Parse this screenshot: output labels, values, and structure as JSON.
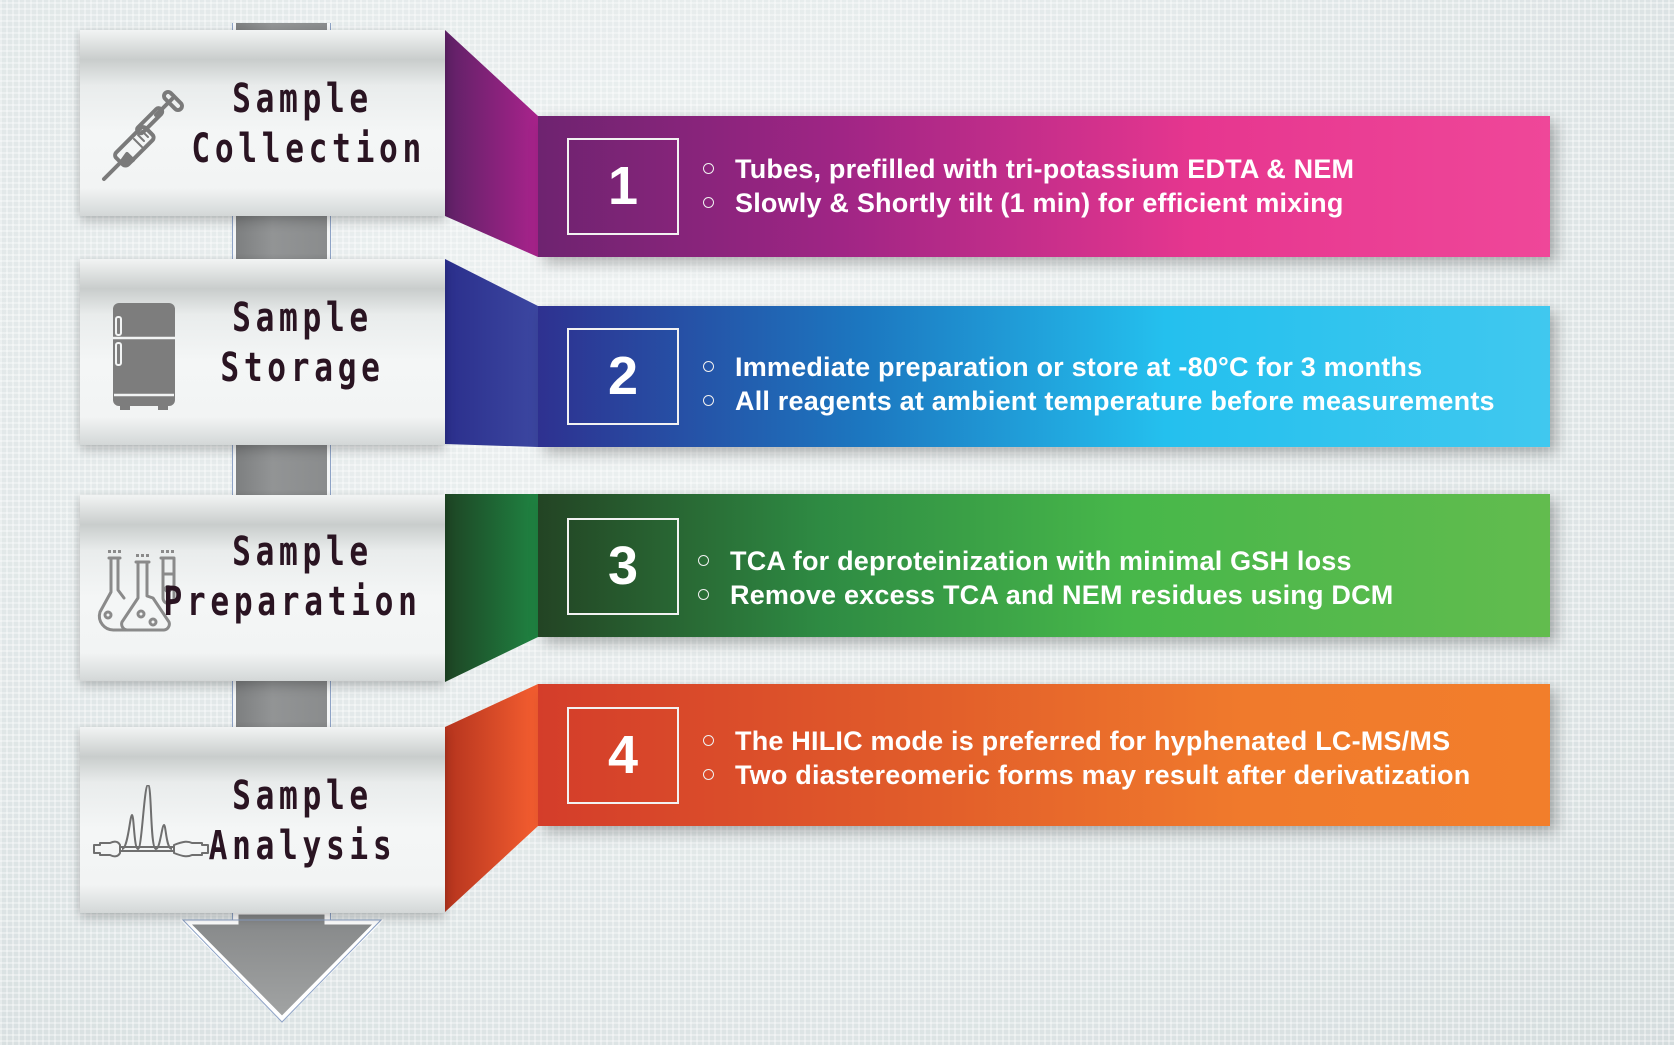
{
  "diagram": {
    "type": "process-flow",
    "arrow_color": "#8e9091",
    "steps": [
      {
        "number": "1",
        "title_line1": "Sample",
        "title_line2": "Collection",
        "icon": "syringe-icon",
        "gradient": [
          "#6e2370",
          "#a02585",
          "#e6368f",
          "#ef4799"
        ],
        "fold_gradient": [
          "#5e2166",
          "#a9238c"
        ],
        "bullets": [
          "Tubes, prefilled with tri-potassium EDTA & NEM",
          " Slowly & Shortly tilt (1 min) for efficient mixing"
        ]
      },
      {
        "number": "2",
        "title_line1": "Sample",
        "title_line2": "Storage",
        "icon": "refrigerator-icon",
        "gradient": [
          "#2e3190",
          "#1c77c0",
          "#24c0ee",
          "#40c8ef"
        ],
        "fold_gradient": [
          "#2b2f8c",
          "#3b46a0"
        ],
        "bullets": [
          "Immediate preparation or store at -80°C for 3 months",
          "All reagents at ambient temperature before measurements"
        ]
      },
      {
        "number": "3",
        "title_line1": "Sample",
        "title_line2": "Preparation",
        "icon": "lab-flasks-icon",
        "gradient": [
          "#234424",
          "#2e8b43",
          "#47b74a",
          "#62bc4e"
        ],
        "fold_gradient": [
          "#1f4a25",
          "#1f8040"
        ],
        "bullets": [
          "TCA for deproteinization with minimal GSH loss",
          "Remove excess TCA and NEM residues using DCM"
        ]
      },
      {
        "number": "4",
        "title_line1": "Sample",
        "title_line2": "Analysis",
        "icon": "chromatogram-icon",
        "gradient": [
          "#d43d2a",
          "#e05a2a",
          "#f07a2c",
          "#f27e2b"
        ],
        "fold_gradient": [
          "#b8361f",
          "#f25d2f"
        ],
        "bullets": [
          "The HILIC mode is preferred for hyphenated LC-MS/MS",
          "Two diastereomeric forms may result after derivatization"
        ]
      }
    ]
  }
}
